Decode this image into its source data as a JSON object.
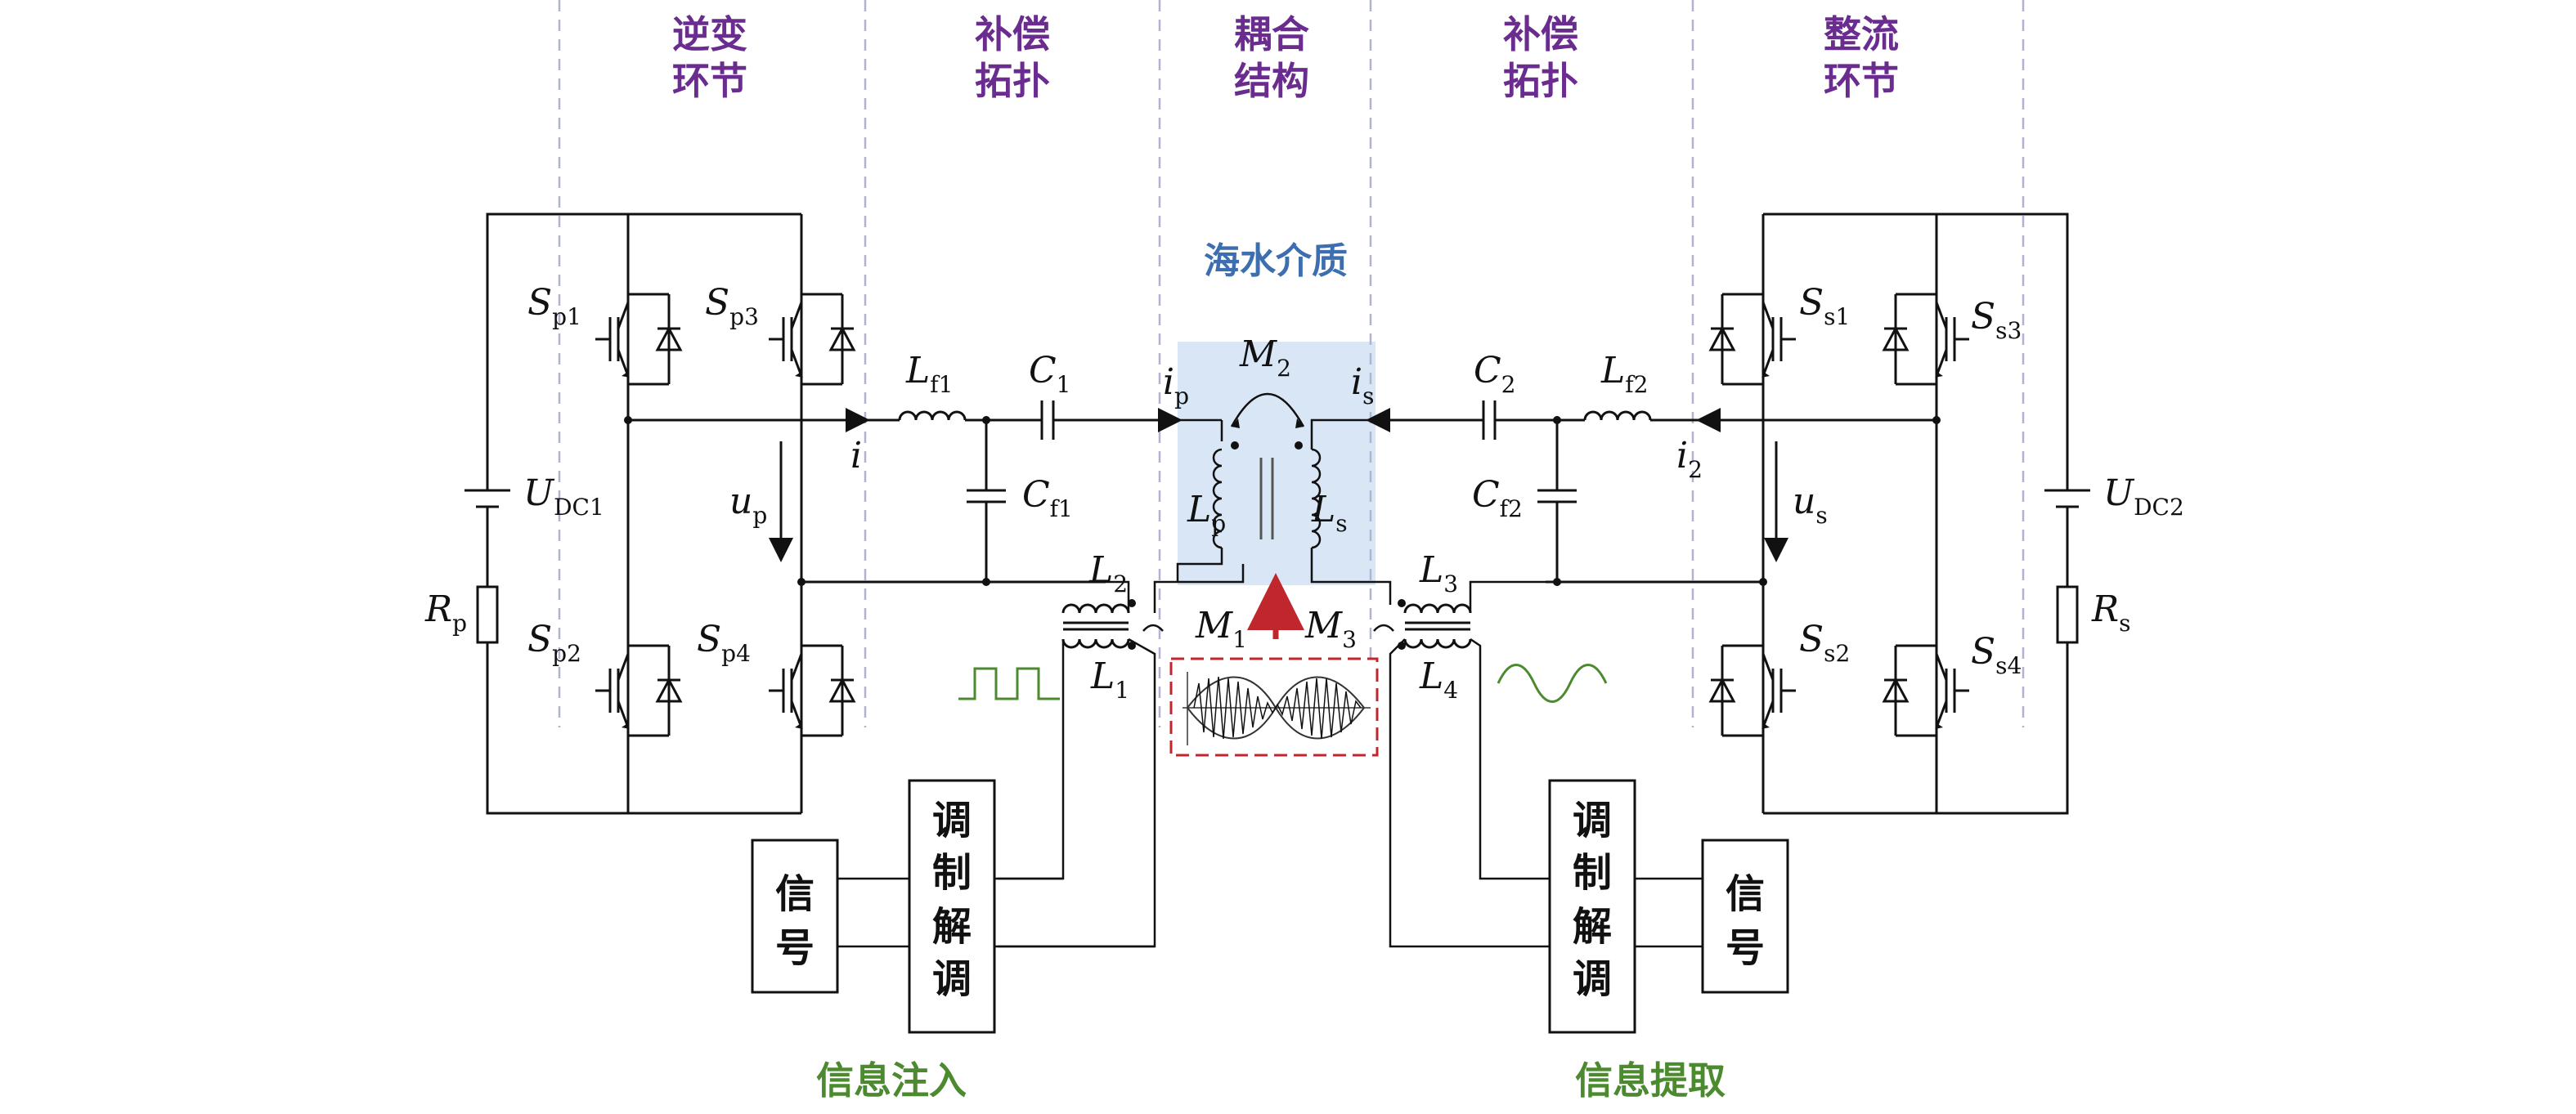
{
  "stages": {
    "inverter": [
      "逆变",
      "环节"
    ],
    "comp_left": [
      "补偿",
      "拓扑"
    ],
    "coupling": [
      "耦合",
      "结构"
    ],
    "comp_right": [
      "补偿",
      "拓扑"
    ],
    "rectifier": [
      "整流",
      "环节"
    ]
  },
  "medium_label": "海水介质",
  "bottom": {
    "inject": "信息注入",
    "extract": "信息提取"
  },
  "blocks": {
    "signal_left": [
      "信",
      "号"
    ],
    "modem_left": [
      "调",
      "制",
      "解",
      "调"
    ],
    "signal_right": [
      "信",
      "号"
    ],
    "modem_right": [
      "调",
      "制",
      "解",
      "调"
    ]
  },
  "components": {
    "Sp1": {
      "main": "S",
      "sub": "p1"
    },
    "Sp2": {
      "main": "S",
      "sub": "p2"
    },
    "Sp3": {
      "main": "S",
      "sub": "p3"
    },
    "Sp4": {
      "main": "S",
      "sub": "p4"
    },
    "Ss1": {
      "main": "S",
      "sub": "s1"
    },
    "Ss2": {
      "main": "S",
      "sub": "s2"
    },
    "Ss3": {
      "main": "S",
      "sub": "s3"
    },
    "Ss4": {
      "main": "S",
      "sub": "s4"
    },
    "UDC1": {
      "main": "U",
      "sub": "DC1"
    },
    "UDC2": {
      "main": "U",
      "sub": "DC2"
    },
    "Rp": {
      "main": "R",
      "sub": "p"
    },
    "Rs": {
      "main": "R",
      "sub": "s"
    },
    "Lf1": {
      "main": "L",
      "sub": "f1"
    },
    "Lf2": {
      "main": "L",
      "sub": "f2"
    },
    "C1": {
      "main": "C",
      "sub": "1"
    },
    "C2": {
      "main": "C",
      "sub": "2"
    },
    "Cf1": {
      "main": "C",
      "sub": "f1"
    },
    "Cf2": {
      "main": "C",
      "sub": "f2"
    },
    "Lp": {
      "main": "L",
      "sub": "p"
    },
    "Ls": {
      "main": "L",
      "sub": "s"
    },
    "M1": {
      "main": "M",
      "sub": "1"
    },
    "M2": {
      "main": "M",
      "sub": "2"
    },
    "M3": {
      "main": "M",
      "sub": "3"
    },
    "L1": {
      "main": "L",
      "sub": "1"
    },
    "L2": {
      "main": "L",
      "sub": "2"
    },
    "L3": {
      "main": "L",
      "sub": "3"
    },
    "L4": {
      "main": "L",
      "sub": "4"
    },
    "ip": {
      "main": "i",
      "sub": "p"
    },
    "is": {
      "main": "i",
      "sub": "s"
    },
    "i": {
      "main": "i",
      "sub": ""
    },
    "i2": {
      "main": "i",
      "sub": "2"
    },
    "up": {
      "main": "u",
      "sub": "p"
    },
    "us": {
      "main": "u",
      "sub": "s"
    }
  },
  "colors": {
    "stage_labels": "#6a2d8f",
    "info_labels": "#4c8a2f",
    "medium_label": "#3d6eb0",
    "medium_fill": "#d9e6f5",
    "signal_highlight": "#c0272d",
    "wire": "#111111"
  }
}
